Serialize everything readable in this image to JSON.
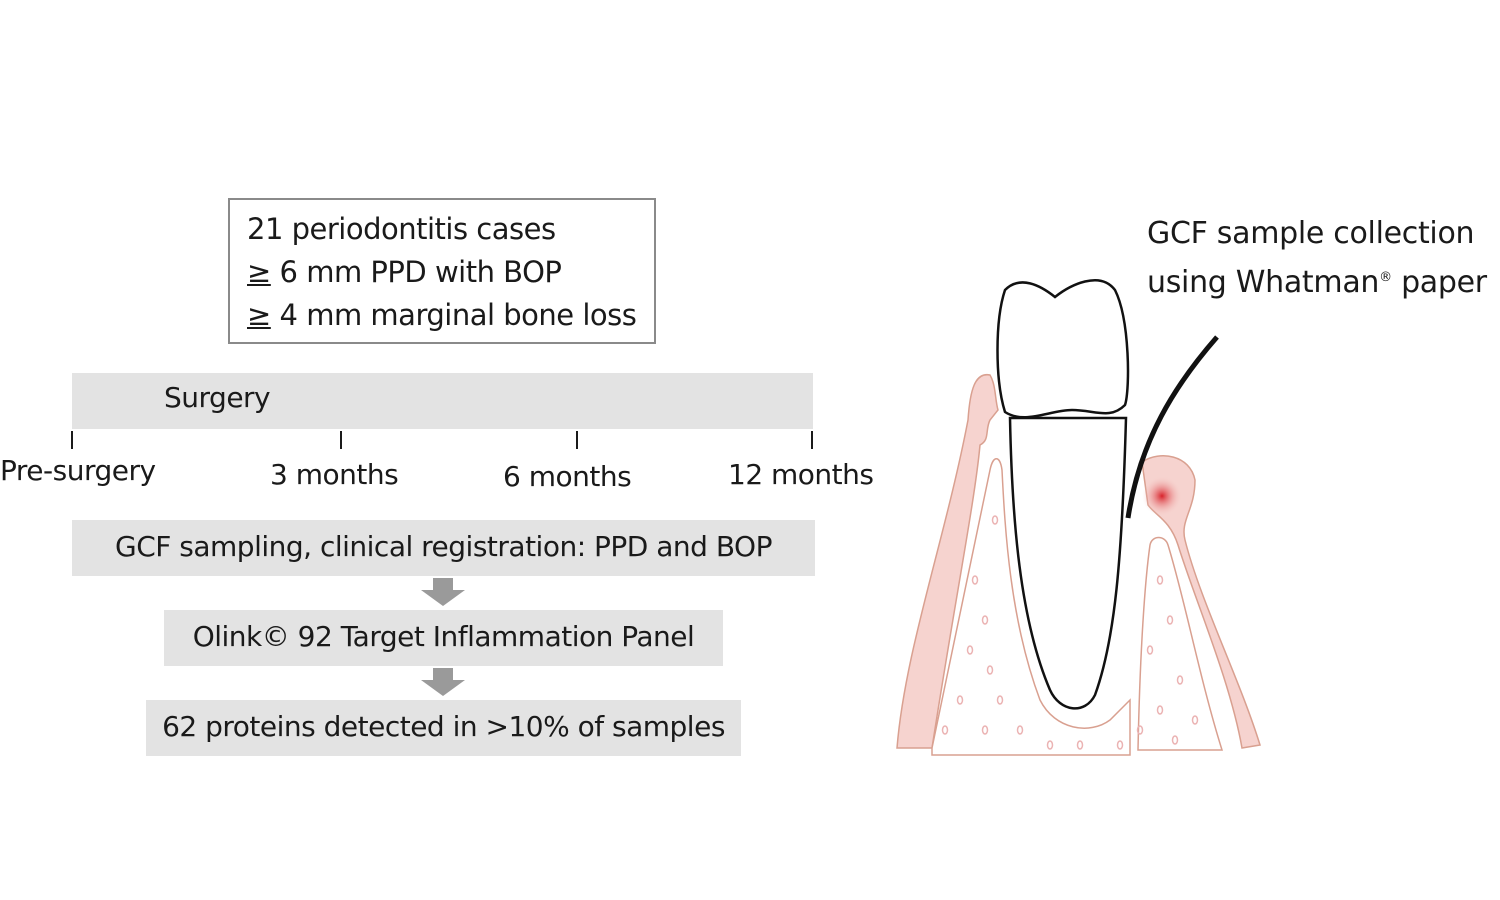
{
  "criteria": {
    "lines": [
      "21 periodontitis cases",
      "6 mm PPD with BOP",
      "4 mm marginal bone loss"
    ],
    "ge_symbol": "≥"
  },
  "timeline": {
    "surgery_label": "Surgery",
    "ticks": [
      "Pre-surgery",
      "3 months",
      "6 months",
      "12 months"
    ]
  },
  "steps": [
    "GCF sampling, clinical registration: PPD and BOP",
    "Olink© 92 Target Inflammation Panel",
    "62 proteins detected in >10% of samples"
  ],
  "illustration": {
    "label_line1": "GCF sample collection",
    "label_line2_pre": "using Whatman",
    "label_reg": "®",
    "label_line2_post": " paper",
    "colors": {
      "gum": "#f6d3cf",
      "gum_edge": "#d9a090",
      "inflamed": "#d8222a",
      "arrow": "#9a9a9a",
      "box": "#e3e3e3"
    }
  }
}
